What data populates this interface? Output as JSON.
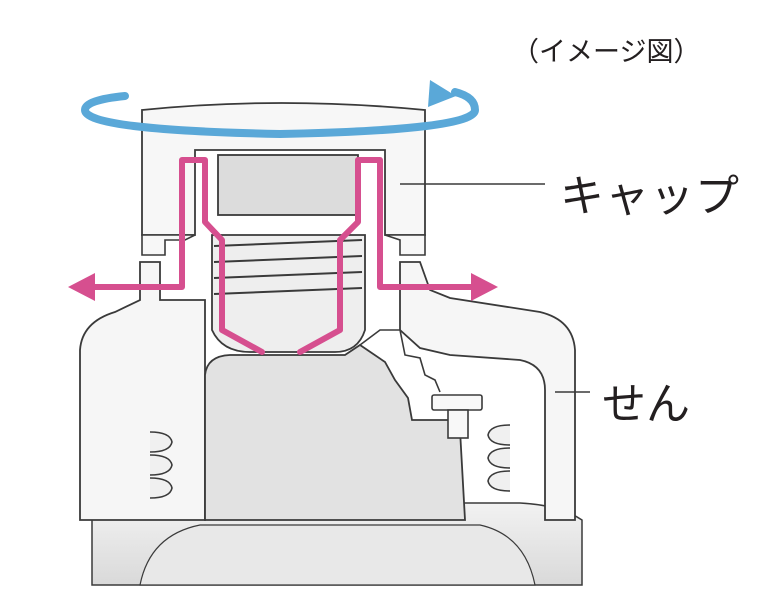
{
  "note": "（イメージ図）",
  "labels": {
    "cap": "キャップ",
    "plug": "せん"
  },
  "colors": {
    "rotation_arrow": "#5aa8d8",
    "pressure_line": "#d64f8f",
    "outline": "#3a3a3a",
    "fill_light": "#f4f4f4",
    "fill_mid": "#e4e4e4",
    "fill_dark": "#d2d2d2",
    "label_text": "#231f20"
  }
}
